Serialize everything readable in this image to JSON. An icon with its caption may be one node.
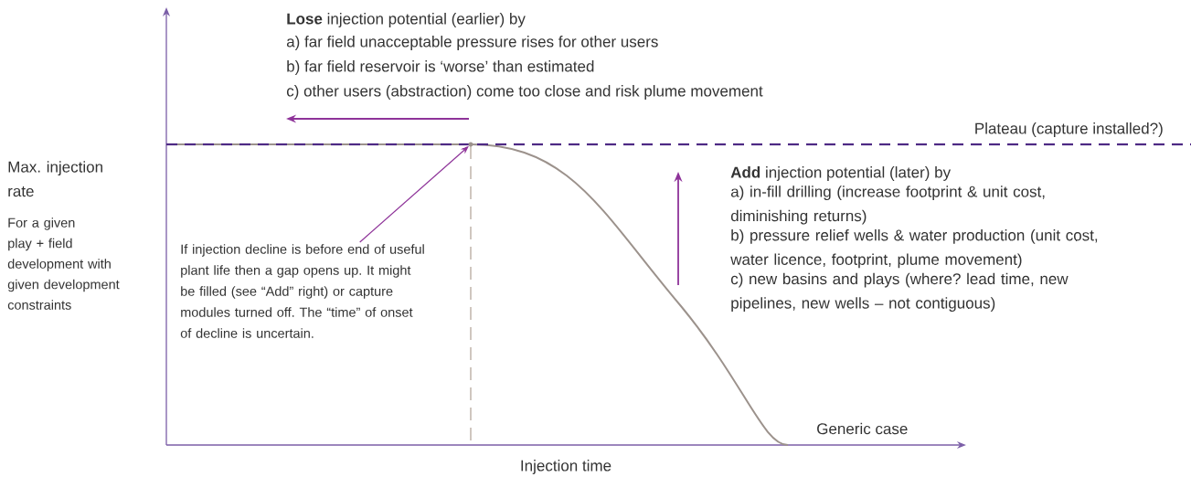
{
  "diagram": {
    "nodes": [
      {
        "text": [
          "If injection decline is before end of useful plant life then a gap opens up. It might be filled (see “Add” right) or capture modules turned off. The “time” of onset of decline is uncertain."
        ]
      },
      {
        "text": [],
        "shape": "point"
      }
    ],
    "edges": [
      {
        "from": 0,
        "to": 1,
        "arrow": "to"
      }
    ],
    "labels": [
      "**Lose** injection potential (earlier) by",
      "a) far field unacceptable pressure rises for other users",
      "b) far field reservoir is ‘worse’ than estimated",
      "c) other users (abstraction) come too close and risk plume movement",
      "Plateau (capture installed?)",
      "**Add** injection potential (later) by",
      "a) in-fill drilling (increase footprint & unit cost, diminishing returns)",
      "b) pressure relief wells & water production (unit cost, water licence, footprint, plume movement)",
      "c) new basins and plays (where? lead time, new pipelines, new wells – not contiguous)",
      "Max. injection rate",
      "For a given play + field development with given development constraints",
      "Generic case",
      "Injection time"
    ]
  }
}
